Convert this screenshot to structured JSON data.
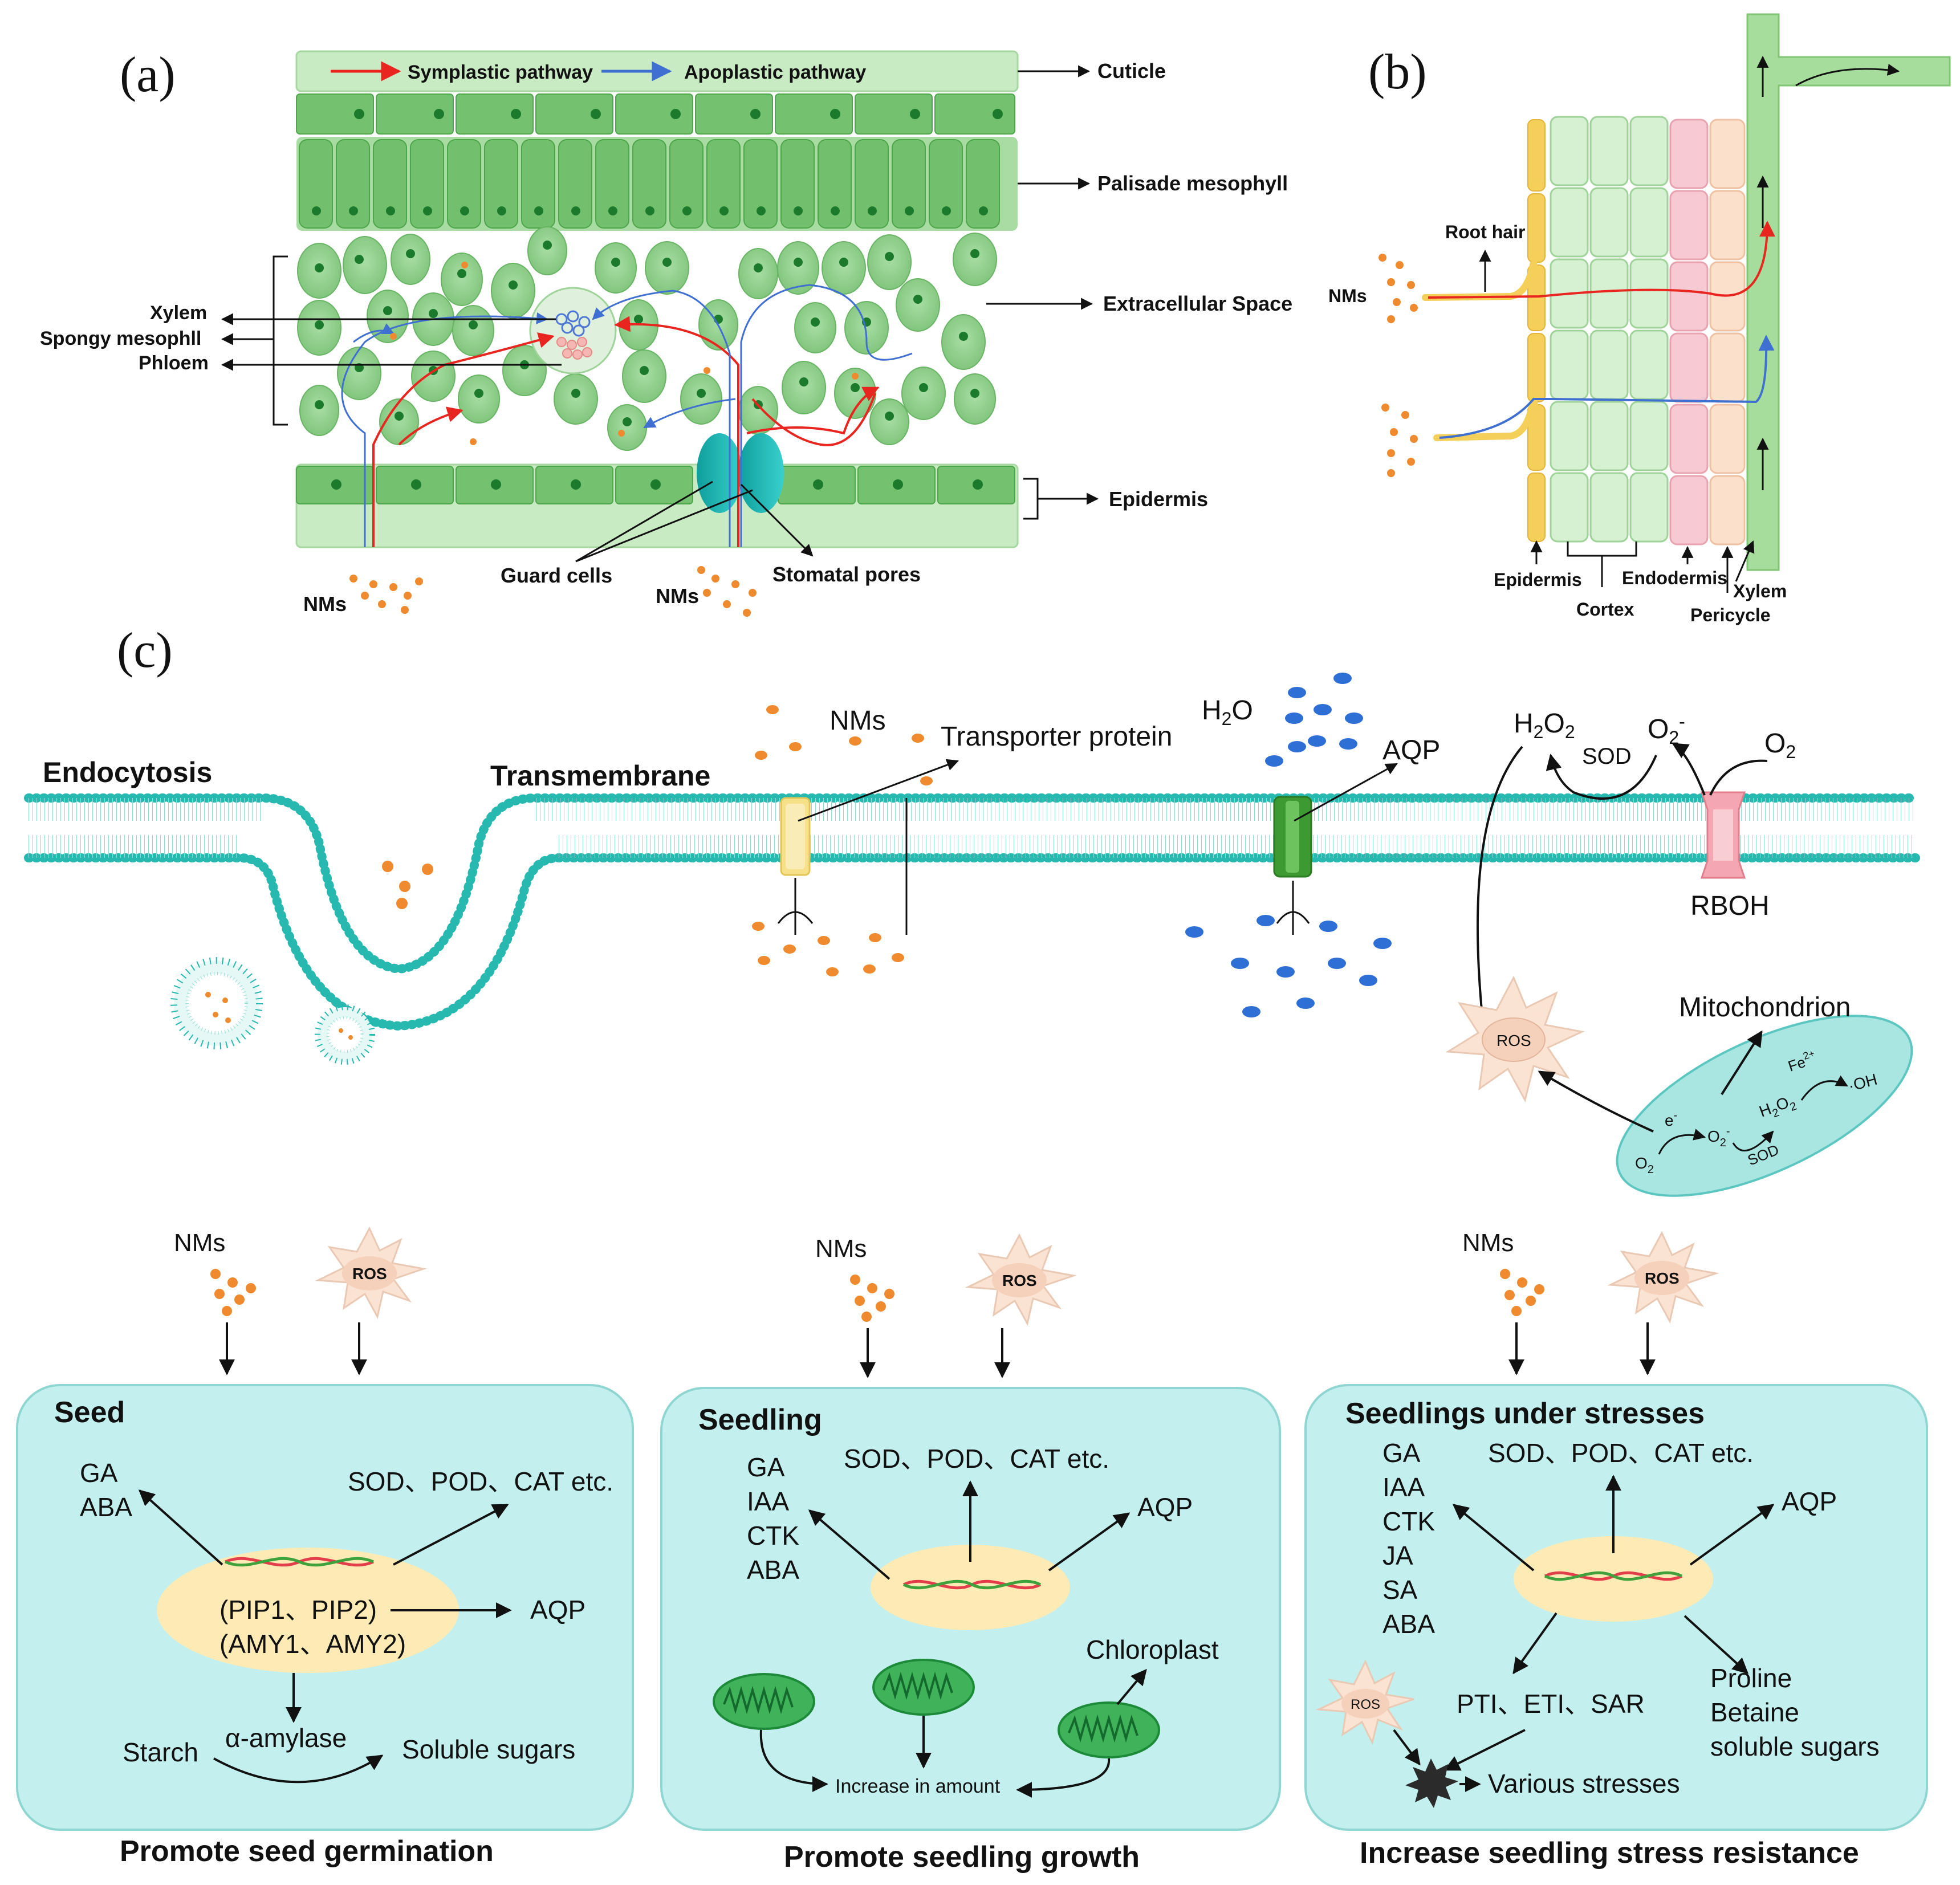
{
  "panel_labels": [
    "(a)",
    "(b)",
    "(c)"
  ],
  "panel_a": {
    "legend": {
      "symplastic": "Symplastic pathway",
      "apoplastic": "Apoplastic pathway"
    },
    "labels": {
      "cuticle": "Cuticle",
      "palisade": "Palisade mesophyll",
      "extracellular": "Extracellular Space",
      "epidermis": "Epidermis",
      "xylem": "Xylem",
      "spongy": "Spongy mesophll",
      "phloem": "Phloem",
      "guard": "Guard cells",
      "stomatal": "Stomatal pores",
      "nms_left": "NMs",
      "nms_right": "NMs"
    },
    "colors": {
      "symplastic": "#e8251f",
      "apoplastic": "#3f6fd0",
      "cell": "#8fd08c",
      "nucleus": "#1b7a2c",
      "guard": "#19b6b4"
    }
  },
  "panel_b": {
    "labels": {
      "root_hair": "Root hair",
      "nms": "NMs",
      "epidermis": "Epidermis",
      "cortex": "Cortex",
      "endodermis": "Endodermis",
      "pericycle": "Pericycle",
      "xylem": "Xylem"
    },
    "colors": {
      "epidermis": "#f4cf5a",
      "cortex": "#d6f0d2",
      "endodermis": "#f7c9d2",
      "pericycle": "#fbe0cc",
      "xylem": "#a6dc9c"
    }
  },
  "panel_c": {
    "labels": {
      "endocytosis": "Endocytosis",
      "transmembrane": "Transmembrane",
      "nms": "NMs",
      "transporter": "Transporter protein",
      "h2o": "H",
      "h2o_sub": "2",
      "h2o_tail": "O",
      "aqp": "AQP",
      "h2o2": "H",
      "h2o2_sub1": "2",
      "h2o2_mid": "O",
      "h2o2_sub2": "2",
      "sod": "SOD",
      "o2minus": "O",
      "o2minus_sub": "2",
      "o2minus_sup": "-",
      "o2": "O",
      "o2_sub": "2",
      "rboh": "RBOH",
      "ros": "ROS",
      "mitochondrion": "Mitochondrion",
      "m_e": "e",
      "m_e_sup": "-",
      "m_o2": "O",
      "m_o2_sub": "2",
      "m_o2m": "O",
      "m_o2m_sub": "2",
      "m_o2m_sup": "-",
      "m_h2o2": "H",
      "m_h2o2_s1": "2",
      "m_h2o2_m": "O",
      "m_h2o2_s2": "2",
      "m_sod": "SOD",
      "m_fe": "Fe",
      "m_fe_sup": "2+",
      "m_oh": "·OH"
    },
    "colors": {
      "membrane": "#27b8b0",
      "nm": "#f08a2e",
      "water": "#2e6fd6",
      "aqp": "#3d9a32",
      "transporter": "#f6e08a",
      "rboh": "#f4a7b2",
      "mito": "#a9e6e2",
      "box": "#c3f0ee",
      "nucleus": "#fdeab4"
    }
  },
  "boxes": [
    {
      "title": "Seed",
      "nms": "NMs",
      "ros": "ROS",
      "hormones": [
        "GA",
        "ABA"
      ],
      "enzymes": "SOD、POD、CAT etc.",
      "genes": [
        "(PIP1、PIP2)",
        "(AMY1、AMY2)"
      ],
      "aqp": "AQP",
      "starch": "Starch",
      "amylase": "α-amylase",
      "sugars": "Soluble sugars",
      "caption": "Promote seed germination"
    },
    {
      "title": "Seedling",
      "nms": "NMs",
      "ros": "ROS",
      "hormones": [
        "GA",
        "IAA",
        "CTK",
        "ABA"
      ],
      "enzymes": "SOD、POD、CAT etc.",
      "aqp": "AQP",
      "chloroplast": "Chloroplast",
      "increase": "Increase in amount",
      "caption": "Promote seedling growth"
    },
    {
      "title": "Seedlings under stresses",
      "nms": "NMs",
      "ros": "ROS",
      "hormones": [
        "GA",
        "IAA",
        "CTK",
        "JA",
        "SA",
        "ABA"
      ],
      "enzymes": "SOD、POD、CAT etc.",
      "aqp": "AQP",
      "defense": "PTI、ETI、SAR",
      "osmolytes": [
        "Proline",
        "Betaine",
        "soluble sugars"
      ],
      "ros_small": "ROS",
      "stresses": "Various stresses",
      "caption": "Increase seedling stress resistance"
    }
  ]
}
